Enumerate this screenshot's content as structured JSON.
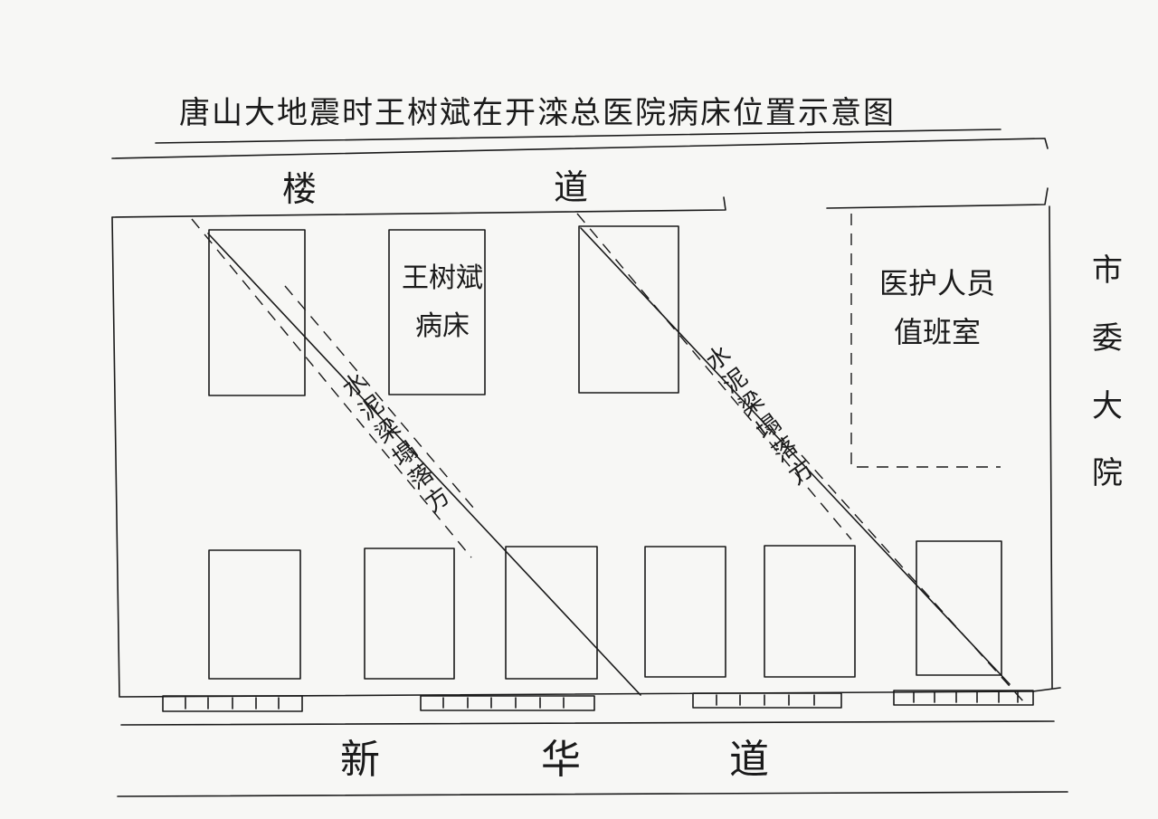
{
  "title": "唐山大地震时王树斌在开滦总医院病床位置示意图",
  "corridor": {
    "char1": "楼",
    "char2": "道"
  },
  "street": {
    "char1": "新",
    "char2": "华",
    "char3": "道"
  },
  "bed_label": "王树斌病床",
  "duty_room_label": "医护人员值班室",
  "compound_label": "市委大院",
  "beam_label_1": "水泥梁塌落方",
  "beam_label_2": "水泥梁塌落方"
}
